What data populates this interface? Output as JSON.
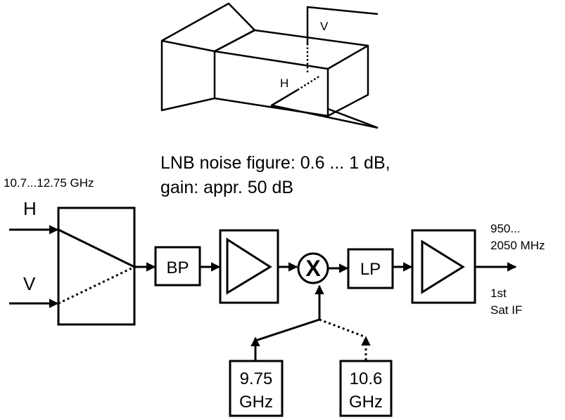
{
  "lnb_drawing": {
    "v_label": "V",
    "h_label": "H"
  },
  "specs": {
    "line1": "LNB noise figure: 0.6 ... 1 dB,",
    "line2": "gain: appr. 50 dB"
  },
  "input": {
    "freq_range": "10.7...12.75 GHz",
    "h_label": "H",
    "v_label": "V"
  },
  "blocks": {
    "bandpass": "BP",
    "mixer": "X",
    "lowpass": "LP",
    "lo1_line1": "9.75",
    "lo1_line2": "GHz",
    "lo2_line1": "10.6",
    "lo2_line2": "GHz"
  },
  "output": {
    "freq_line1": "950...",
    "freq_line2": "2050 MHz",
    "if_line1": "1st",
    "if_line2": "Sat IF"
  }
}
